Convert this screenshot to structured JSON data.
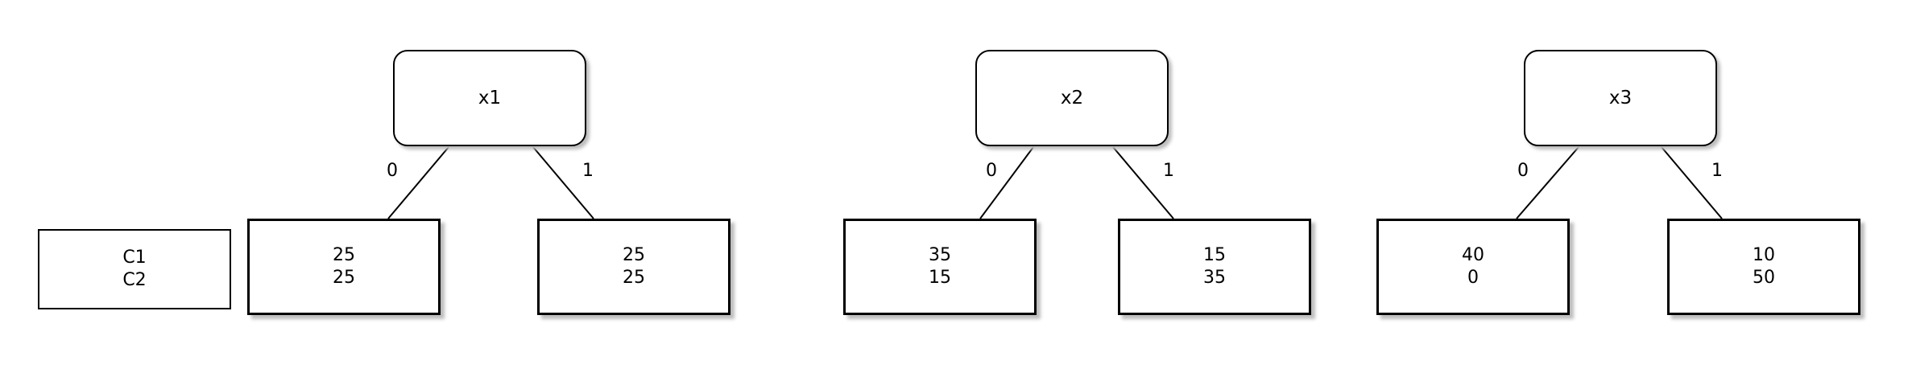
{
  "legend": {
    "line1": "C1",
    "line2": "C2"
  },
  "trees": [
    {
      "root": "x1",
      "edge_left": "0",
      "edge_right": "1",
      "left": {
        "c1": "25",
        "c2": "25"
      },
      "right": {
        "c1": "25",
        "c2": "25"
      }
    },
    {
      "root": "x2",
      "edge_left": "0",
      "edge_right": "1",
      "left": {
        "c1": "35",
        "c2": "15"
      },
      "right": {
        "c1": "15",
        "c2": "35"
      }
    },
    {
      "root": "x3",
      "edge_left": "0",
      "edge_right": "1",
      "left": {
        "c1": "40",
        "c2": "0"
      },
      "right": {
        "c1": "10",
        "c2": "50"
      }
    }
  ]
}
